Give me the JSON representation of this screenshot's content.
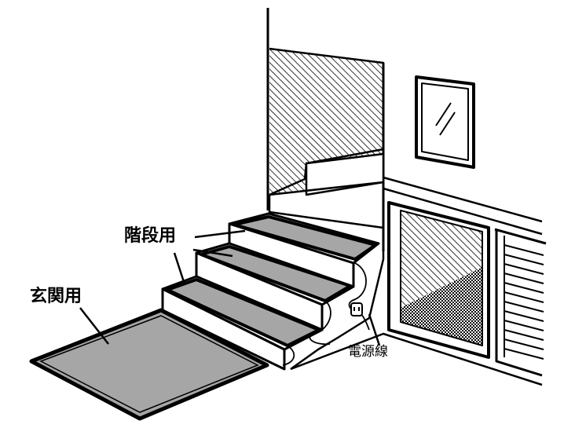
{
  "labels": {
    "stairs": "階段用",
    "entrance": "玄関用",
    "power_cord": "電源線"
  },
  "colors": {
    "line": "#000000",
    "mat_fill": "#a6a6a6",
    "background": "#ffffff"
  }
}
